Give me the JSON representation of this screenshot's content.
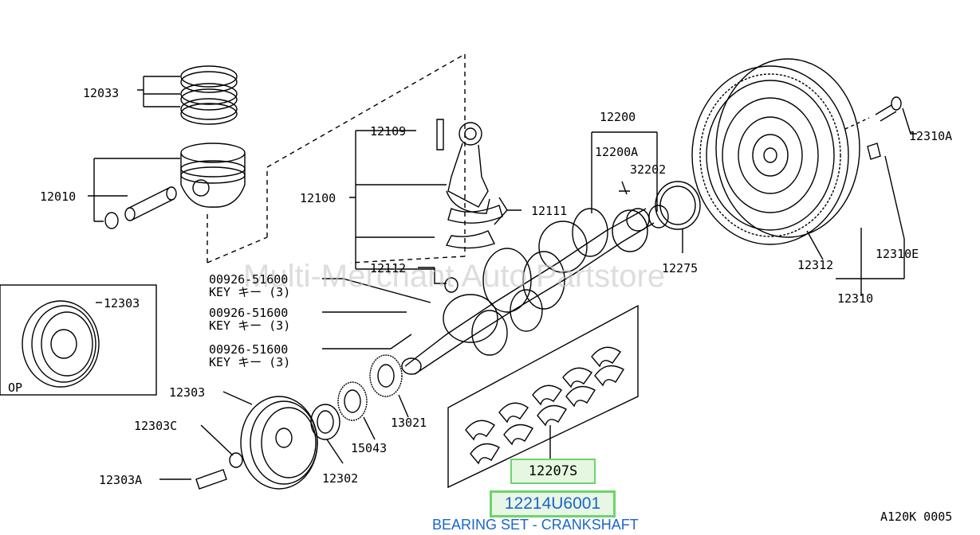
{
  "watermark": "Multi-Merchant Auto Partstore",
  "diagram_code": "A120K 0005",
  "selected_part": {
    "number": "12214U6001",
    "description": "BEARING SET - CRANKSHAFT",
    "callout": "12207S"
  },
  "callouts": {
    "c12033": "12033",
    "c12010": "12010",
    "c12109": "12109",
    "c12100": "12100",
    "c12111": "12111",
    "c12112": "12112",
    "c12200": "12200",
    "c12200A": "12200A",
    "c32202": "32202",
    "c12275": "12275",
    "c12310A": "12310A",
    "c12310E": "12310E",
    "c12312": "12312",
    "c12310": "12310",
    "c12303_op": "12303",
    "op_label": "OP",
    "c12303": "12303",
    "c12303C": "12303C",
    "c12303A": "12303A",
    "c12302": "12302",
    "c15043": "15043",
    "c13021": "13021",
    "key1_code": "00926-51600",
    "key1_name": "KEY キー (3)",
    "key2_code": "00926-51600",
    "key2_name": "KEY キー (3)",
    "key3_code": "00926-51600",
    "key3_name": "KEY キー (3)"
  },
  "colors": {
    "highlight_fill": "#e6f7e1",
    "highlight_border": "#6fd36a",
    "link_blue": "#1a66c9"
  }
}
